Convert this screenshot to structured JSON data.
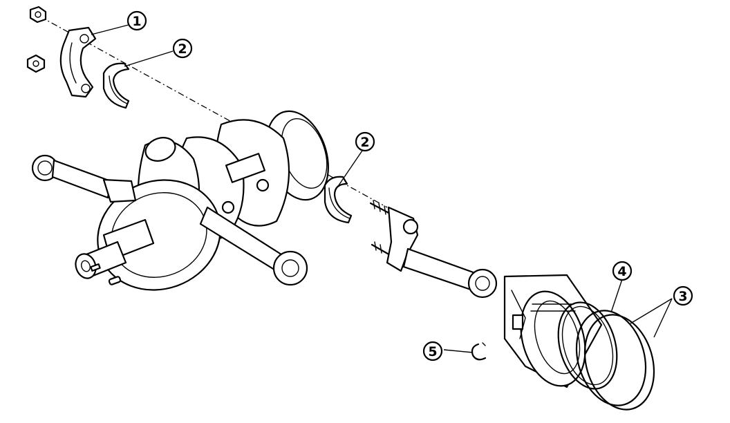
{
  "callouts": [
    {
      "id": "c1",
      "label": "1"
    },
    {
      "id": "c2a",
      "label": "2"
    },
    {
      "id": "c2b",
      "label": "2"
    },
    {
      "id": "c3",
      "label": "3"
    },
    {
      "id": "c4",
      "label": "4"
    },
    {
      "id": "c5",
      "label": "5"
    }
  ],
  "colors": {
    "ink": "#000000",
    "paper": "#ffffff"
  }
}
